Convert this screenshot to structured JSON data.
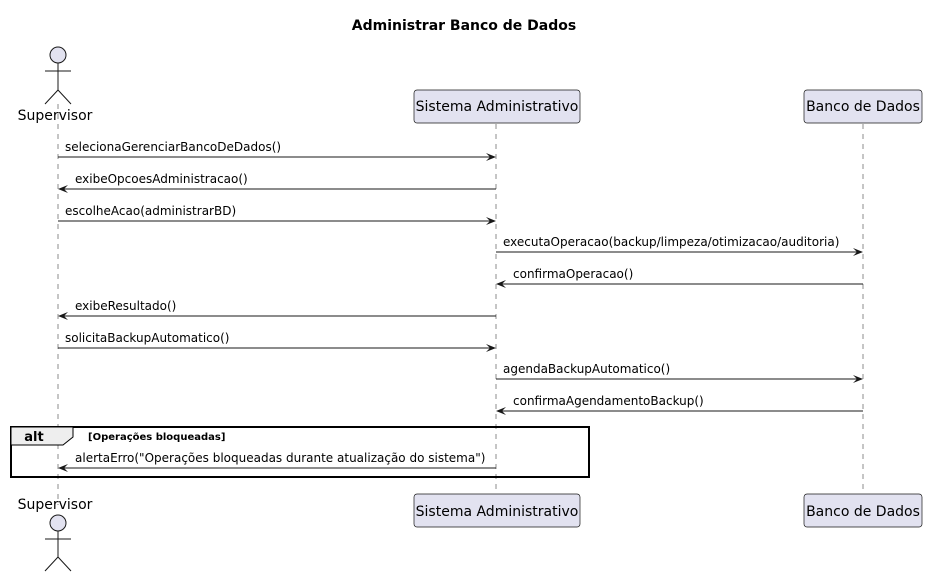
{
  "title": "Administrar Banco de Dados",
  "participants": [
    {
      "id": "supervisor",
      "label": "Supervisor",
      "type": "actor"
    },
    {
      "id": "sistema",
      "label": "Sistema Administrativo",
      "type": "participant"
    },
    {
      "id": "banco",
      "label": "Banco de Dados",
      "type": "participant"
    }
  ],
  "messages": [
    {
      "from": "supervisor",
      "to": "sistema",
      "label": "selecionaGerenciarBancoDeDados()"
    },
    {
      "from": "sistema",
      "to": "supervisor",
      "label": "exibeOpcoesAdministracao()"
    },
    {
      "from": "supervisor",
      "to": "sistema",
      "label": "escolheAcao(administrarBD)"
    },
    {
      "from": "sistema",
      "to": "banco",
      "label": "executaOperacao(backup/limpeza/otimizacao/auditoria)"
    },
    {
      "from": "banco",
      "to": "sistema",
      "label": "confirmaOperacao()"
    },
    {
      "from": "sistema",
      "to": "supervisor",
      "label": "exibeResultado()"
    },
    {
      "from": "supervisor",
      "to": "sistema",
      "label": "solicitaBackupAutomatico()"
    },
    {
      "from": "sistema",
      "to": "banco",
      "label": "agendaBackupAutomatico()"
    },
    {
      "from": "banco",
      "to": "sistema",
      "label": "confirmaAgendamentoBackup()"
    }
  ],
  "fragment": {
    "keyword": "alt",
    "condition": "[Operações bloqueadas]",
    "messages": [
      {
        "from": "sistema",
        "to": "supervisor",
        "label": "alertaErro(\"Operações bloqueadas durante atualização do sistema\")"
      }
    ]
  },
  "colors": {
    "participant_fill": "#e2e2f0",
    "participant_border": "#181818",
    "lifeline": "#181818",
    "fragment_header_fill": "#eeeeee",
    "text": "#000000"
  }
}
